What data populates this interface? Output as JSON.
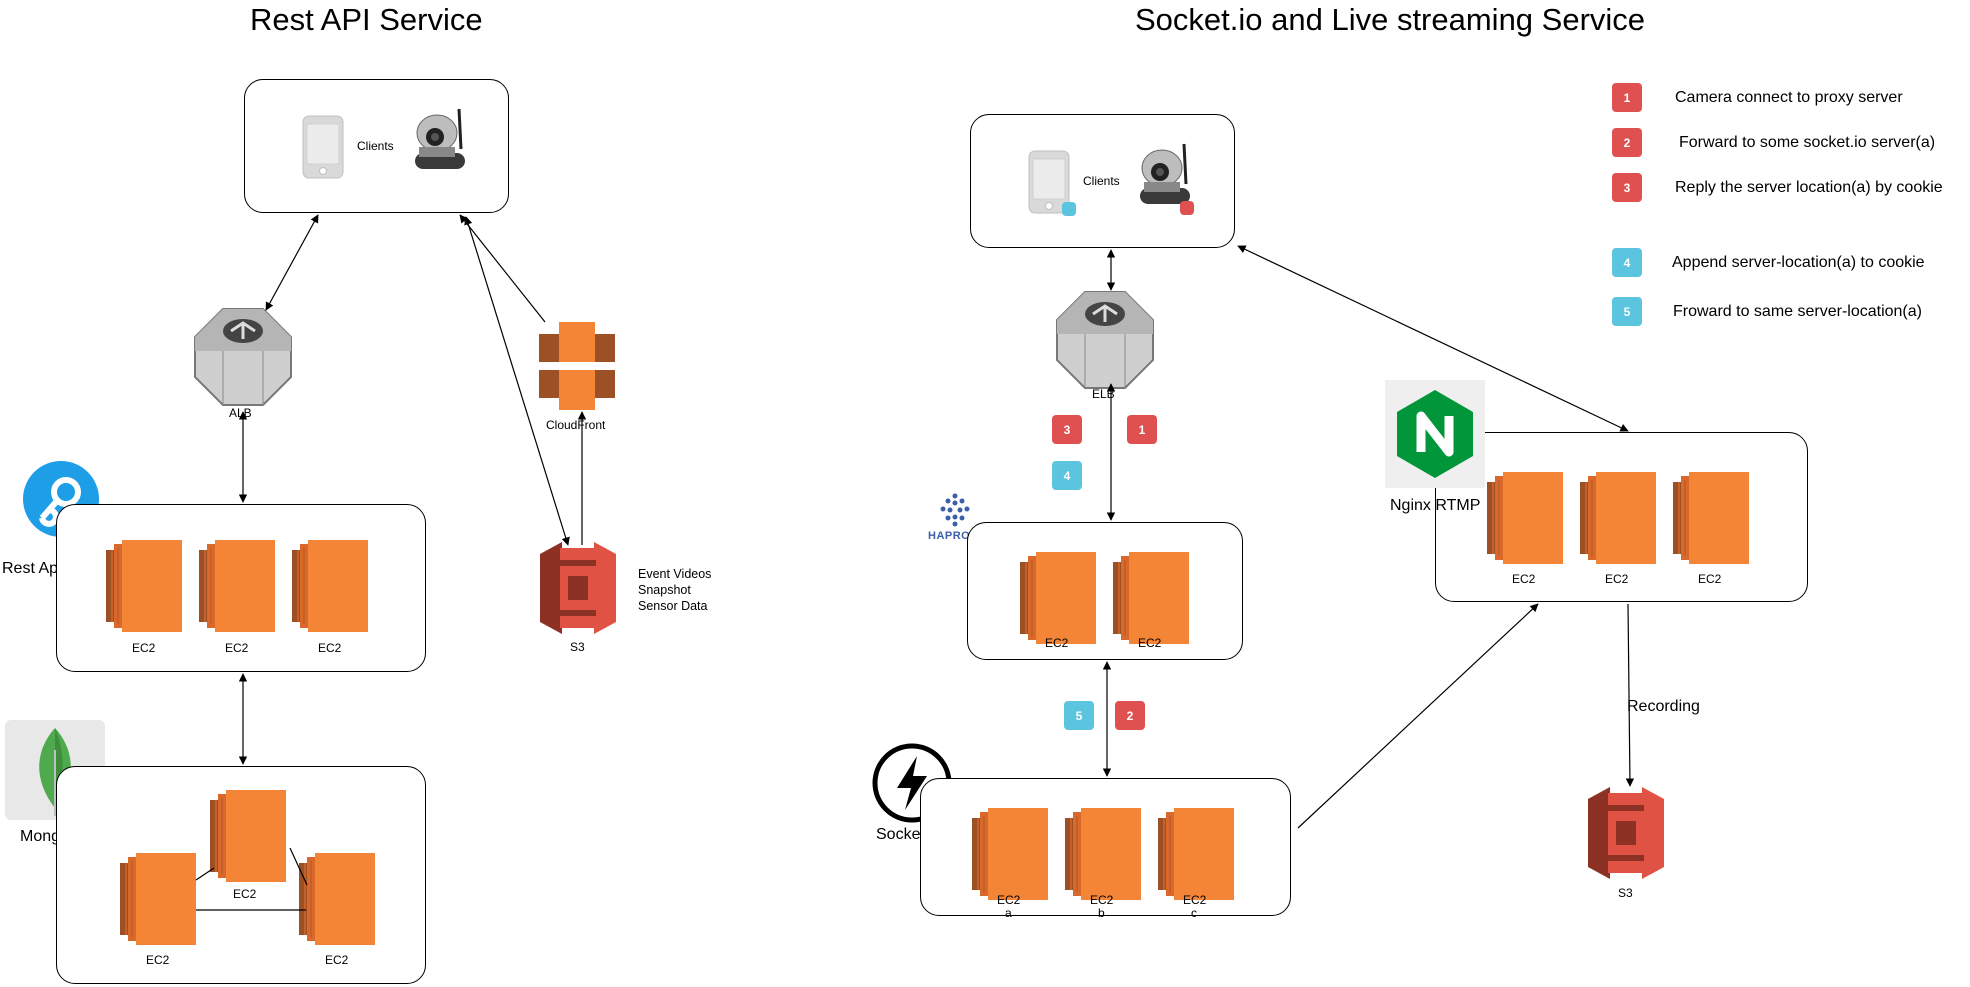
{
  "titles": {
    "rest": "Rest API Service",
    "socket": "Socket.io and Live streaming Service"
  },
  "rest": {
    "clients_label": "Clients",
    "alb_label": "ALB",
    "cloudfront_label": "CloudFront",
    "rest_api_label": "Rest Api service",
    "mongodb_label": "Mongodb",
    "ec2_label": "EC2",
    "s3_label": "S3",
    "s3_note": [
      "Event Videos",
      "Snapshot",
      "Sensor Data"
    ]
  },
  "live": {
    "clients_label": "Clients",
    "elb_label": "ELB",
    "haproxy_label": "HAPROXY",
    "socketio_label": "Socket.io",
    "nginx_label": "Nginx RTMP",
    "ec2_label": "EC2",
    "ec2_suffixes": [
      "a",
      "b",
      "c"
    ],
    "recording_label": "Recording",
    "s3_label": "S3"
  },
  "legend": [
    {
      "num": "1",
      "color": "red",
      "text": "Camera connect to proxy server"
    },
    {
      "num": "2",
      "color": "red",
      "text": "Forward to some socket.io server(a)"
    },
    {
      "num": "3",
      "color": "red",
      "text": "Reply the server location(a) by cookie"
    },
    {
      "num": "4",
      "color": "blue",
      "text": "Append server-location(a) to cookie"
    },
    {
      "num": "5",
      "color": "blue",
      "text": "Froward to same server-location(a)"
    }
  ],
  "colors": {
    "aws_orange": "#f58536",
    "aws_orange_dark": "#9d5025",
    "s3_red": "#e05243",
    "s3_red_dark": "#8c3123",
    "badge_red": "#df5151",
    "badge_blue": "#5bc4de",
    "pm2_blue": "#1f9ee8",
    "nginx_green": "#009639"
  }
}
